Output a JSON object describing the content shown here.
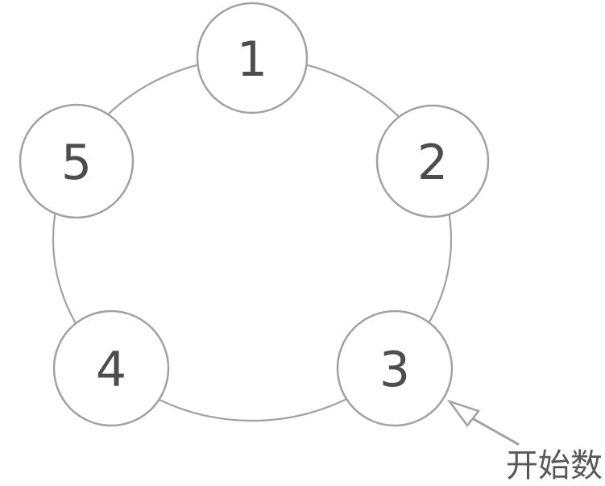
{
  "diagram": {
    "nodes": [
      {
        "label": "1"
      },
      {
        "label": "2"
      },
      {
        "label": "3"
      },
      {
        "label": "4"
      },
      {
        "label": "5"
      }
    ],
    "annotation": {
      "label": "开始数",
      "points_to_node": "3"
    },
    "colors": {
      "line": "#a1a1a1",
      "node_fill": "#ffffff",
      "number_text": "#4d4d4d",
      "annotation_text": "#585858"
    }
  }
}
